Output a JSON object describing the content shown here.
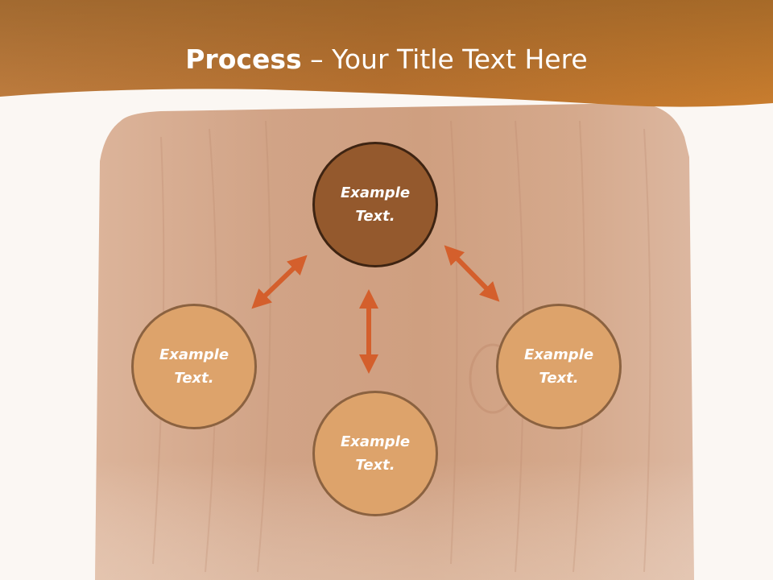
{
  "slide": {
    "title_bold": "Process",
    "title_rest": " – Your Title Text Here"
  },
  "nodes": {
    "top": {
      "line1": "Example",
      "line2": "Text."
    },
    "left": {
      "line1": "Example",
      "line2": "Text."
    },
    "bottom": {
      "line1": "Example",
      "line2": "Text."
    },
    "right": {
      "line1": "Example",
      "line2": "Text."
    }
  },
  "colors": {
    "header_band": "#c77d36",
    "board": "#d6a887",
    "node_dark": "#94592d",
    "node_light": "#dda36b",
    "arrow": "#d45f2c"
  }
}
